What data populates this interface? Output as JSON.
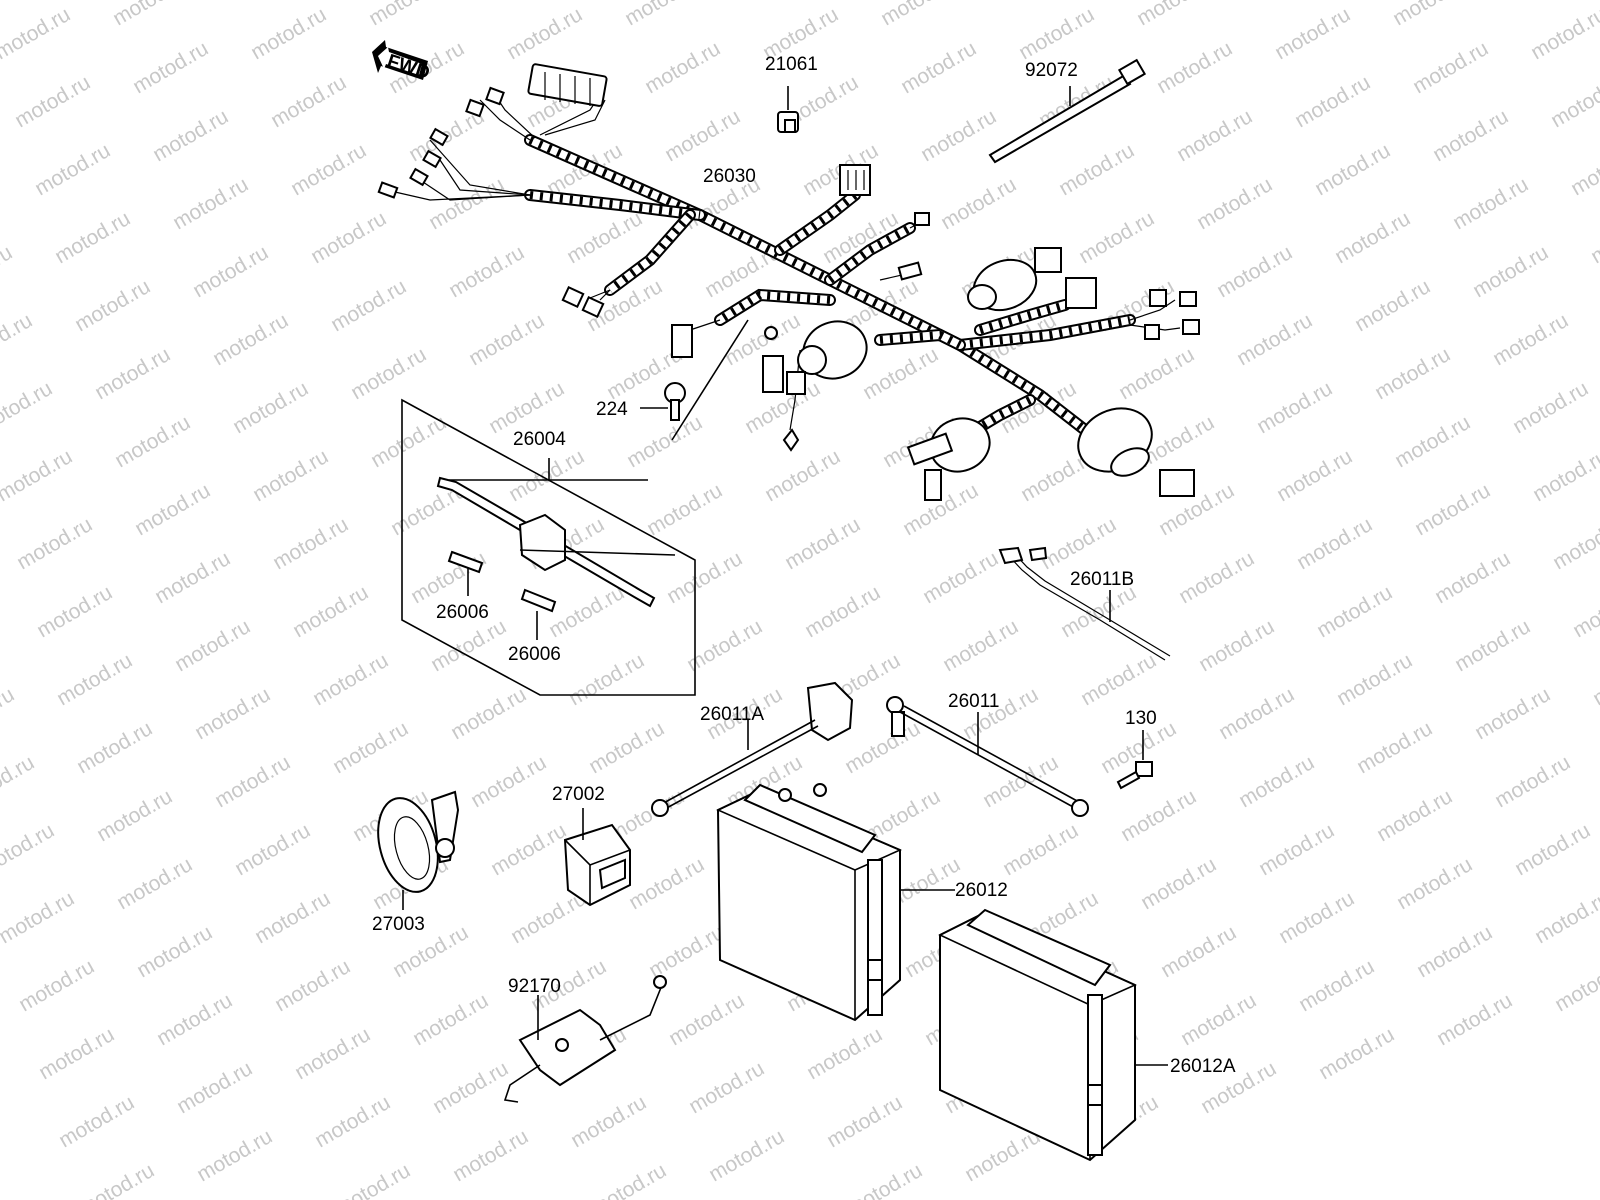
{
  "diagram": {
    "fwd_label": "FWD",
    "watermark": "motod.ru",
    "parts": [
      {
        "number": "21061"
      },
      {
        "number": "92072"
      },
      {
        "number": "26030"
      },
      {
        "number": "224"
      },
      {
        "number": "26004"
      },
      {
        "number": "26006"
      },
      {
        "number": "26006"
      },
      {
        "number": "26011B"
      },
      {
        "number": "26011"
      },
      {
        "number": "26011A"
      },
      {
        "number": "130"
      },
      {
        "number": "27002"
      },
      {
        "number": "27003"
      },
      {
        "number": "26012"
      },
      {
        "number": "92170"
      },
      {
        "number": "26012A"
      }
    ]
  }
}
